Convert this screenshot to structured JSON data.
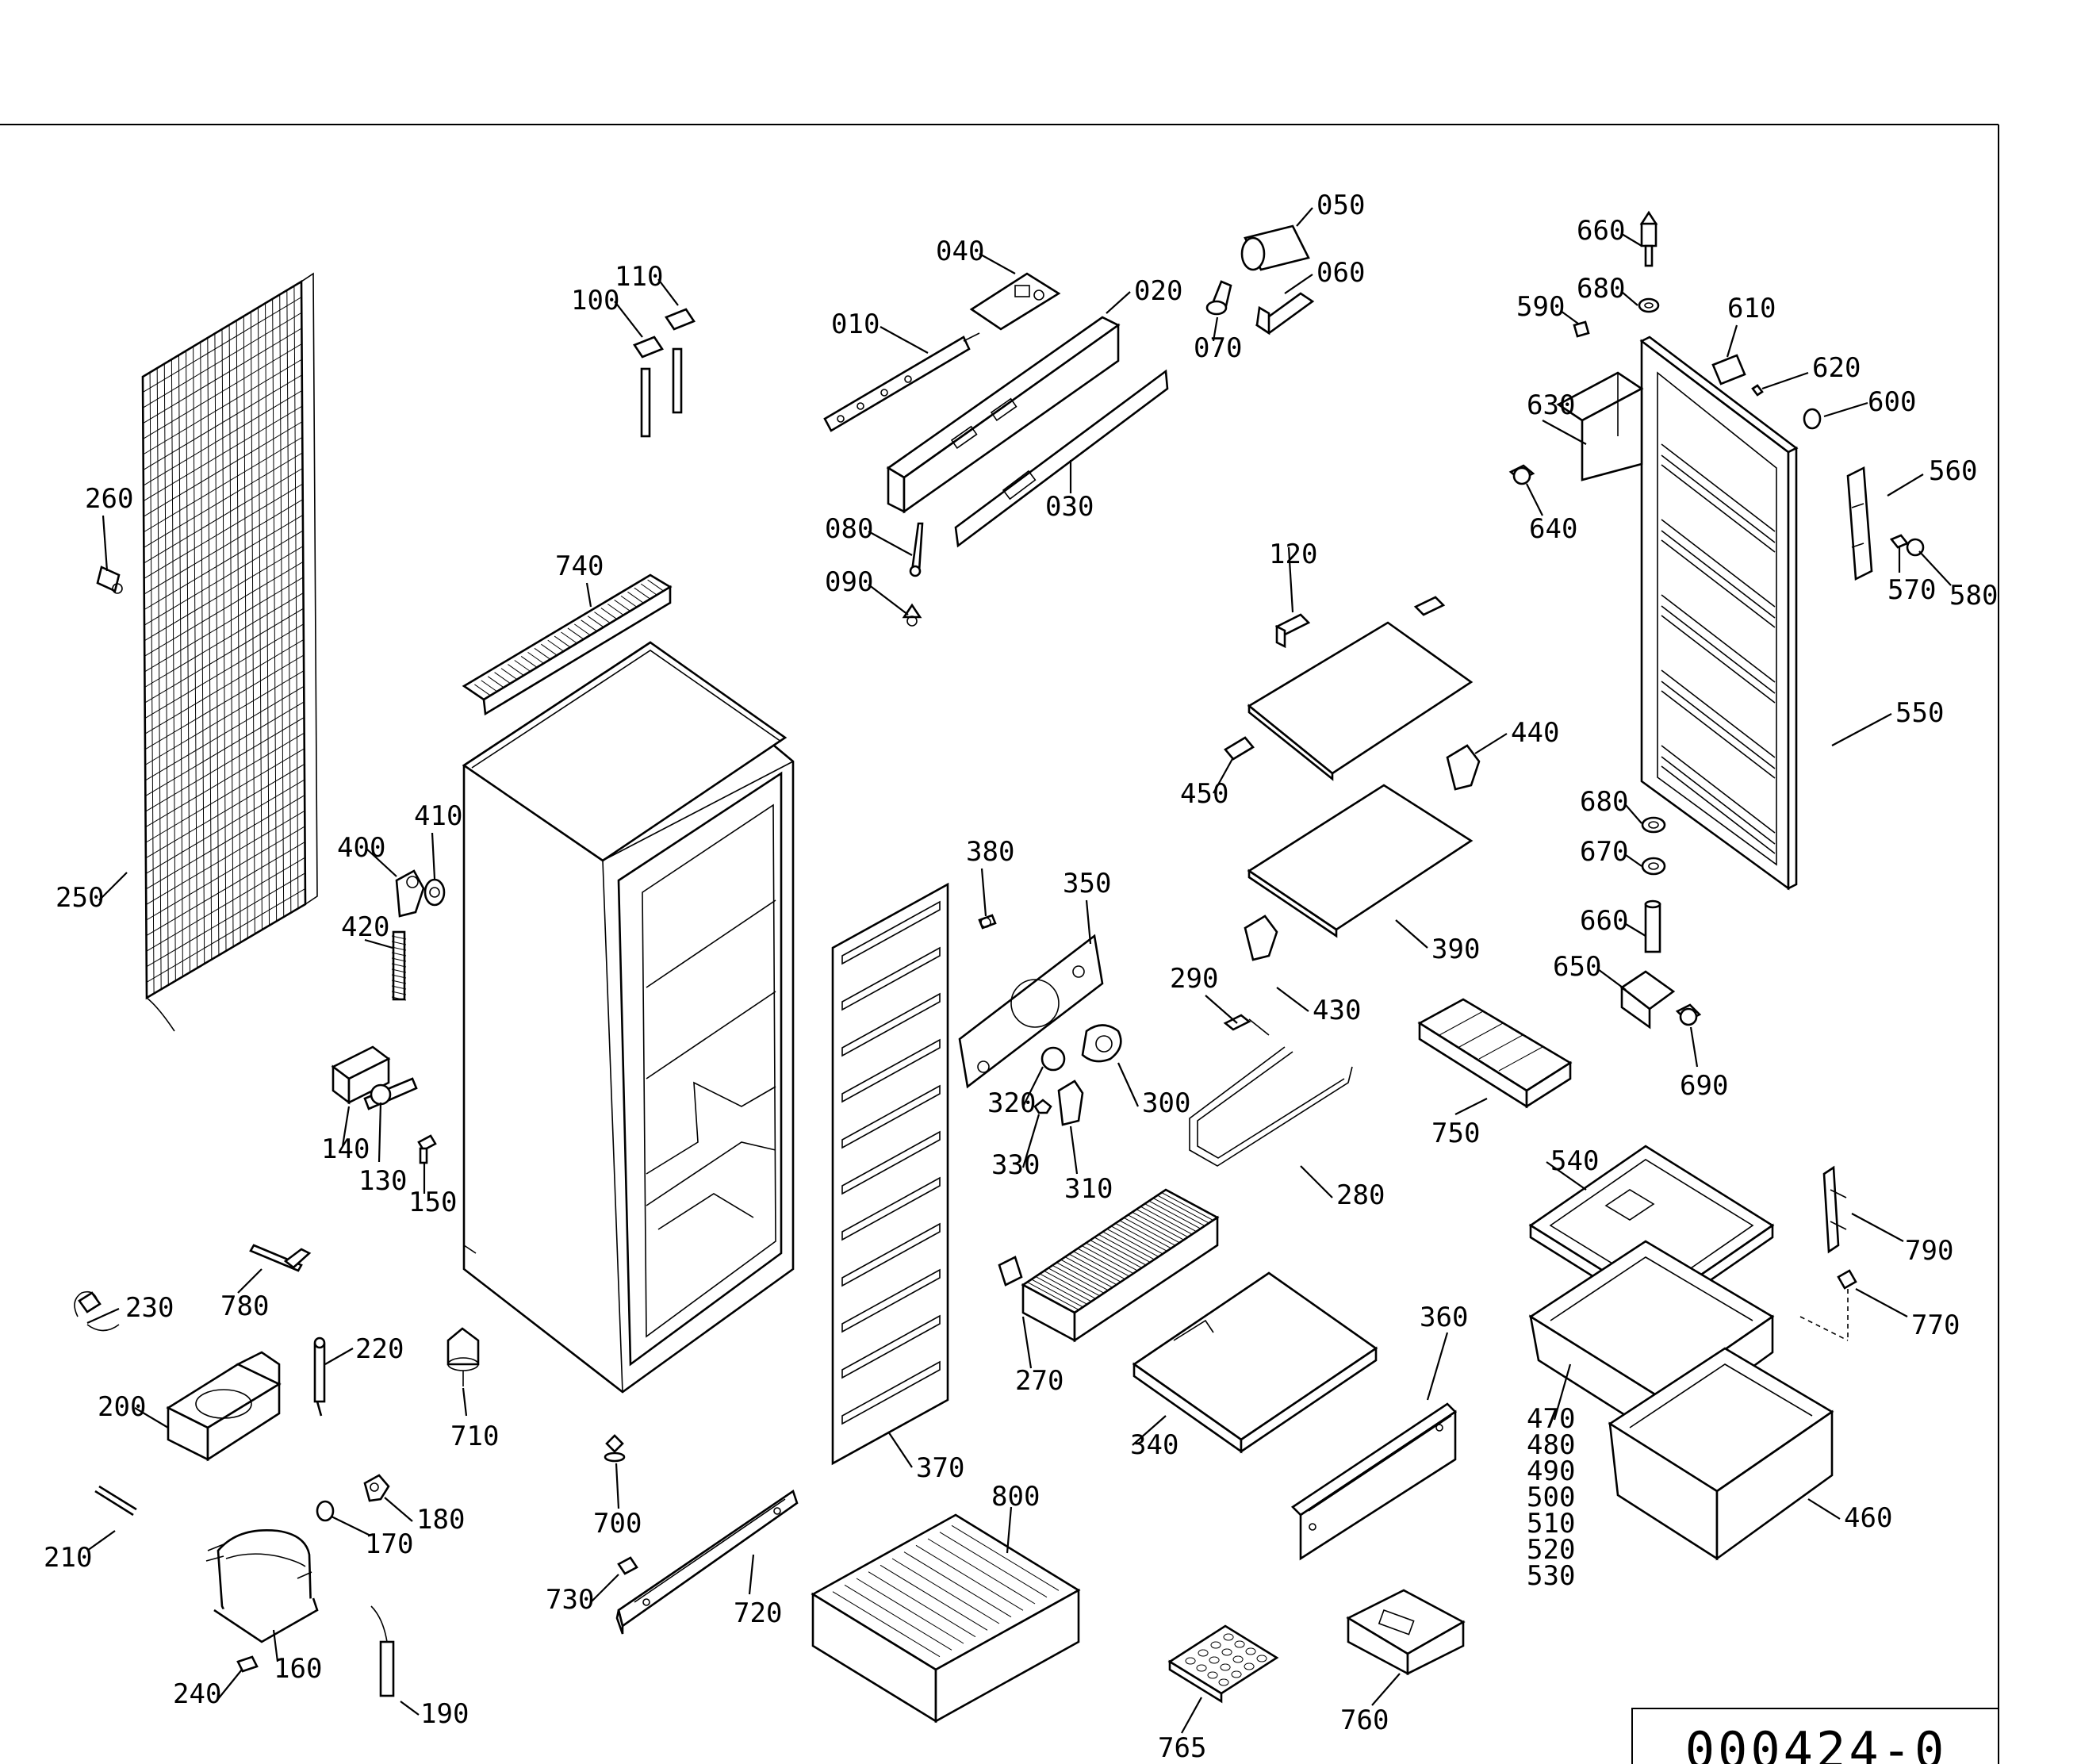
{
  "drawing_number": "000424-0",
  "parts": [
    {
      "id": "010"
    },
    {
      "id": "020"
    },
    {
      "id": "030"
    },
    {
      "id": "040"
    },
    {
      "id": "050"
    },
    {
      "id": "060"
    },
    {
      "id": "070"
    },
    {
      "id": "080"
    },
    {
      "id": "090"
    },
    {
      "id": "100"
    },
    {
      "id": "110"
    },
    {
      "id": "120"
    },
    {
      "id": "130"
    },
    {
      "id": "140"
    },
    {
      "id": "150"
    },
    {
      "id": "160"
    },
    {
      "id": "170"
    },
    {
      "id": "180"
    },
    {
      "id": "190"
    },
    {
      "id": "200"
    },
    {
      "id": "210"
    },
    {
      "id": "220"
    },
    {
      "id": "230"
    },
    {
      "id": "240"
    },
    {
      "id": "250"
    },
    {
      "id": "260"
    },
    {
      "id": "270"
    },
    {
      "id": "280"
    },
    {
      "id": "290"
    },
    {
      "id": "300"
    },
    {
      "id": "310"
    },
    {
      "id": "320"
    },
    {
      "id": "330"
    },
    {
      "id": "340"
    },
    {
      "id": "350"
    },
    {
      "id": "360"
    },
    {
      "id": "370"
    },
    {
      "id": "380"
    },
    {
      "id": "390"
    },
    {
      "id": "400"
    },
    {
      "id": "410"
    },
    {
      "id": "420"
    },
    {
      "id": "430"
    },
    {
      "id": "440"
    },
    {
      "id": "450"
    },
    {
      "id": "460"
    },
    {
      "id": "470"
    },
    {
      "id": "480"
    },
    {
      "id": "490"
    },
    {
      "id": "500"
    },
    {
      "id": "510"
    },
    {
      "id": "520"
    },
    {
      "id": "530"
    },
    {
      "id": "540"
    },
    {
      "id": "550"
    },
    {
      "id": "560"
    },
    {
      "id": "570"
    },
    {
      "id": "580"
    },
    {
      "id": "590"
    },
    {
      "id": "600"
    },
    {
      "id": "610"
    },
    {
      "id": "620"
    },
    {
      "id": "630"
    },
    {
      "id": "640"
    },
    {
      "id": "650"
    },
    {
      "id": "660"
    },
    {
      "id": "660"
    },
    {
      "id": "670"
    },
    {
      "id": "680"
    },
    {
      "id": "680"
    },
    {
      "id": "690"
    },
    {
      "id": "700"
    },
    {
      "id": "710"
    },
    {
      "id": "720"
    },
    {
      "id": "730"
    },
    {
      "id": "740"
    },
    {
      "id": "750"
    },
    {
      "id": "760"
    },
    {
      "id": "765"
    },
    {
      "id": "770"
    },
    {
      "id": "780"
    },
    {
      "id": "790"
    },
    {
      "id": "800"
    }
  ]
}
